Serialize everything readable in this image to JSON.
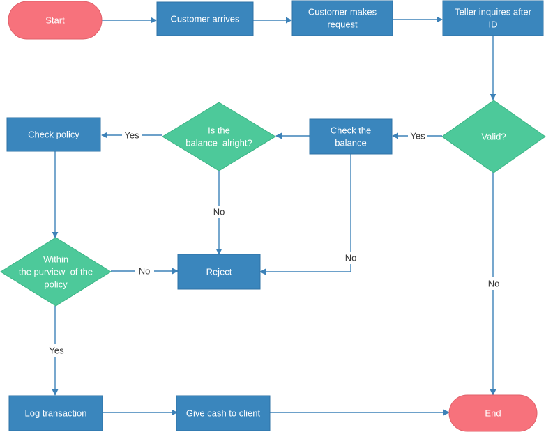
{
  "colors": {
    "terminal": "#f7727c",
    "terminal_stroke": "#e0606a",
    "process": "#3a86bd",
    "process_stroke": "#2f73a6",
    "decision": "#4dc99a",
    "decision_stroke": "#3db486",
    "edge": "#3d82b8",
    "text_light": "#ffffff",
    "text_dark": "#333333"
  },
  "nodes": {
    "start": {
      "text": "Start",
      "shape": "terminal"
    },
    "customer_arrives": {
      "text": "Customer arrives",
      "shape": "process"
    },
    "customer_makes_request": {
      "text": [
        "Customer makes",
        "request"
      ],
      "shape": "process"
    },
    "teller_inquires": {
      "text": [
        "Teller inquires after",
        "ID"
      ],
      "shape": "process"
    },
    "valid": {
      "text": "Valid?",
      "shape": "decision"
    },
    "check_balance": {
      "text": [
        "Check the",
        "balance"
      ],
      "shape": "process"
    },
    "balance_alright": {
      "text": [
        "Is the",
        "balance  alright?"
      ],
      "shape": "decision"
    },
    "check_policy": {
      "text": "Check policy",
      "shape": "process"
    },
    "within_policy": {
      "text": [
        "Within",
        "the purview  of the",
        "policy"
      ],
      "shape": "decision"
    },
    "reject": {
      "text": "Reject",
      "shape": "process"
    },
    "log_transaction": {
      "text": "Log transaction",
      "shape": "process"
    },
    "give_cash": {
      "text": "Give cash to client",
      "shape": "process"
    },
    "end": {
      "text": "End",
      "shape": "terminal"
    }
  },
  "edges": [
    {
      "from": "start",
      "to": "customer_arrives",
      "label": ""
    },
    {
      "from": "customer_arrives",
      "to": "customer_makes_request",
      "label": ""
    },
    {
      "from": "customer_makes_request",
      "to": "teller_inquires",
      "label": ""
    },
    {
      "from": "teller_inquires",
      "to": "valid",
      "label": ""
    },
    {
      "from": "valid",
      "to": "check_balance",
      "label": "Yes"
    },
    {
      "from": "valid",
      "to": "end",
      "label": "No"
    },
    {
      "from": "check_balance",
      "to": "balance_alright",
      "label": ""
    },
    {
      "from": "check_balance",
      "to": "reject",
      "label": "No"
    },
    {
      "from": "balance_alright",
      "to": "check_policy",
      "label": "Yes"
    },
    {
      "from": "balance_alright",
      "to": "reject",
      "label": "No"
    },
    {
      "from": "check_policy",
      "to": "within_policy",
      "label": ""
    },
    {
      "from": "within_policy",
      "to": "reject",
      "label": "No"
    },
    {
      "from": "within_policy",
      "to": "log_transaction",
      "label": "Yes"
    },
    {
      "from": "log_transaction",
      "to": "give_cash",
      "label": ""
    },
    {
      "from": "give_cash",
      "to": "end",
      "label": ""
    }
  ]
}
